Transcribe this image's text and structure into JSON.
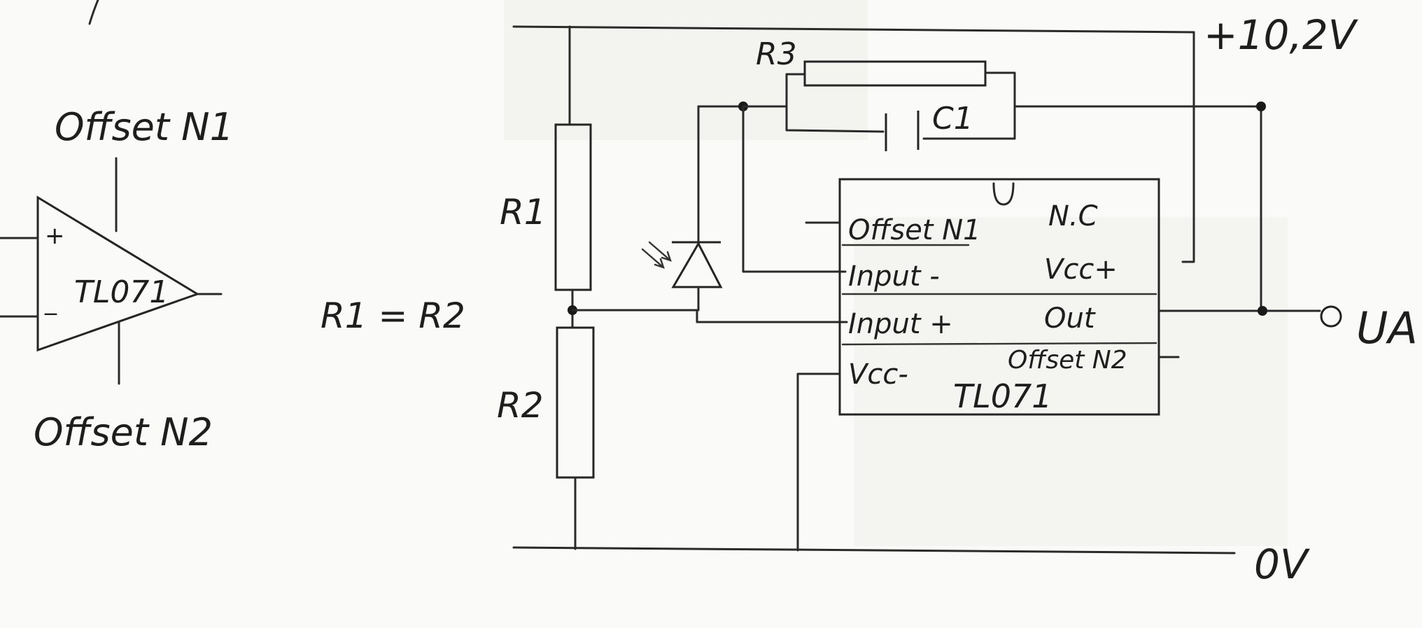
{
  "symbol": {
    "label": "TL071",
    "plus": "+",
    "minus": "_",
    "offset_n1": "Offset N1",
    "offset_n2": "Offset N2"
  },
  "equation": "R1 = R2",
  "supply": "+10,2V",
  "ground": "0V",
  "output": "UA",
  "components": {
    "r1": "R1",
    "r2": "R2",
    "r3": "R3",
    "c1": "C1"
  },
  "ic": {
    "name": "TL071",
    "left_pins": [
      "Offset N1",
      "Input -",
      "Input +",
      "Vcc-"
    ],
    "right_pins": [
      "N.C",
      "Vcc+",
      "Out",
      "Offset N2"
    ]
  },
  "colors": {
    "ink": "#2a2a2a",
    "paper": "#fafaf8"
  }
}
